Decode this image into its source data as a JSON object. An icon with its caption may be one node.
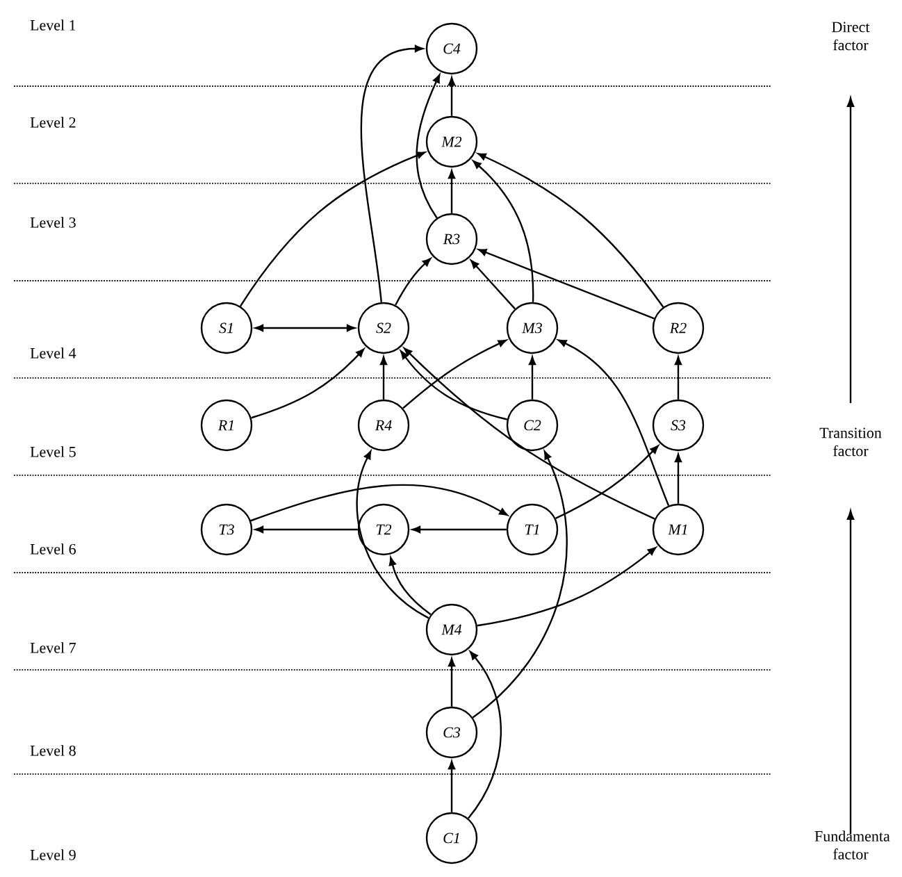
{
  "diagram": {
    "nodes": [
      {
        "text": [
          "C4"
        ]
      },
      {
        "text": [
          "M2"
        ]
      },
      {
        "text": [
          "R3"
        ]
      },
      {
        "text": [
          "S1"
        ]
      },
      {
        "text": [
          "S2"
        ]
      },
      {
        "text": [
          "M3"
        ]
      },
      {
        "text": [
          "R2"
        ]
      },
      {
        "text": [
          "R1"
        ]
      },
      {
        "text": [
          "R4"
        ]
      },
      {
        "text": [
          "C2"
        ]
      },
      {
        "text": [
          "S3"
        ]
      },
      {
        "text": [
          "T3"
        ]
      },
      {
        "text": [
          "T2"
        ]
      },
      {
        "text": [
          "T1"
        ]
      },
      {
        "text": [
          "M1"
        ]
      },
      {
        "text": [
          "M4"
        ]
      },
      {
        "text": [
          "C3"
        ]
      },
      {
        "text": [
          "C1"
        ]
      }
    ],
    "edges": [
      {
        "from": 1,
        "to": 0,
        "arrow": "to"
      },
      {
        "from": 4,
        "to": 0,
        "arrow": "to"
      },
      {
        "from": 2,
        "to": 0,
        "arrow": "to"
      },
      {
        "from": 2,
        "to": 1,
        "arrow": "to"
      },
      {
        "from": 3,
        "to": 1,
        "arrow": "to"
      },
      {
        "from": 5,
        "to": 1,
        "arrow": "to"
      },
      {
        "from": 6,
        "to": 1,
        "arrow": "to"
      },
      {
        "from": 4,
        "to": 2,
        "arrow": "to"
      },
      {
        "from": 5,
        "to": 2,
        "arrow": "to"
      },
      {
        "from": 6,
        "to": 2,
        "arrow": "to"
      },
      {
        "from": 3,
        "to": 4,
        "arrow": "both"
      },
      {
        "from": 7,
        "to": 4,
        "arrow": "to"
      },
      {
        "from": 8,
        "to": 4,
        "arrow": "to"
      },
      {
        "from": 9,
        "to": 4,
        "arrow": "to"
      },
      {
        "from": 14,
        "to": 4,
        "arrow": "to"
      },
      {
        "from": 8,
        "to": 5,
        "arrow": "to"
      },
      {
        "from": 9,
        "to": 5,
        "arrow": "to"
      },
      {
        "from": 14,
        "to": 5,
        "arrow": "to"
      },
      {
        "from": 10,
        "to": 6,
        "arrow": "to"
      },
      {
        "from": 13,
        "to": 10,
        "arrow": "to"
      },
      {
        "from": 14,
        "to": 10,
        "arrow": "to"
      },
      {
        "from": 11,
        "to": 13,
        "arrow": "to"
      },
      {
        "from": 13,
        "to": 12,
        "arrow": "to"
      },
      {
        "from": 12,
        "to": 11,
        "arrow": "to"
      },
      {
        "from": 15,
        "to": 8,
        "arrow": "to"
      },
      {
        "from": 15,
        "to": 12,
        "arrow": "to"
      },
      {
        "from": 15,
        "to": 14,
        "arrow": "to"
      },
      {
        "from": 16,
        "to": 15,
        "arrow": "to"
      },
      {
        "from": 16,
        "to": 9,
        "arrow": "to"
      },
      {
        "from": 17,
        "to": 16,
        "arrow": "to"
      },
      {
        "from": 17,
        "to": 15,
        "arrow": "to"
      }
    ],
    "labels": [
      "Level 1",
      "Level 2",
      "Level 3",
      "Level 4",
      "Level 5",
      "Level 6",
      "Level 7",
      "Level 8",
      "Level 9",
      "Direct factor",
      "Transition factor",
      "Fundamenta factor"
    ]
  }
}
